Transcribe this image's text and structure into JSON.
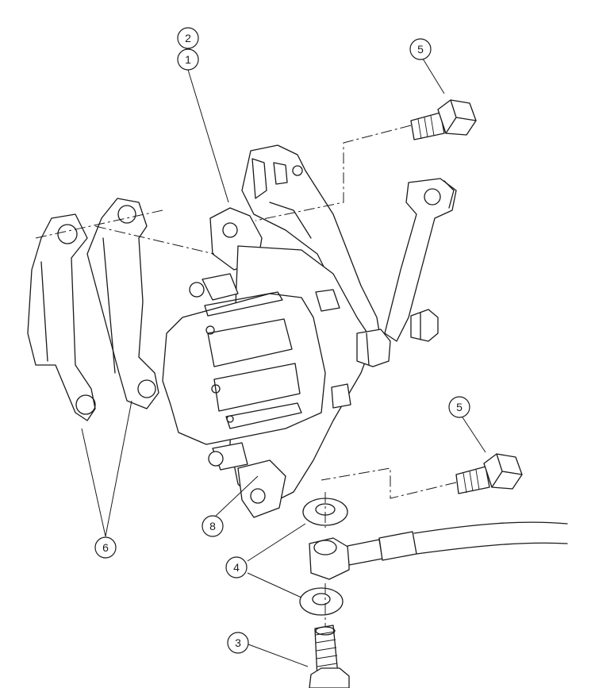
{
  "callouts": [
    {
      "id": "c2",
      "label": "2"
    },
    {
      "id": "c1",
      "label": "1"
    },
    {
      "id": "c5a",
      "label": "5"
    },
    {
      "id": "c5b",
      "label": "5"
    },
    {
      "id": "c8",
      "label": "8"
    },
    {
      "id": "c6",
      "label": "6"
    },
    {
      "id": "c4",
      "label": "4"
    },
    {
      "id": "c3",
      "label": "3"
    }
  ],
  "colors": {
    "line": "#1a1a1a",
    "background": "#ffffff"
  }
}
